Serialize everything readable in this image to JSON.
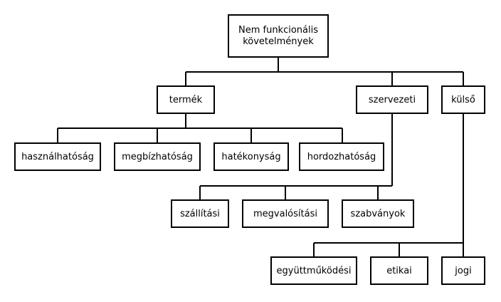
{
  "diagram": {
    "root": {
      "line1": "Nem funkcionális",
      "line2": "követelmények"
    },
    "product": {
      "label": "termék",
      "children": [
        "használhatóság",
        "megbízhatóság",
        "hatékonyság",
        "hordozhatóság"
      ]
    },
    "organizational": {
      "label": "szervezeti",
      "children": [
        "szállítási",
        "megvalósítási",
        "szabványok"
      ]
    },
    "external": {
      "label": "külső",
      "children": [
        "együttműködési",
        "etikai",
        "jogi"
      ]
    }
  }
}
